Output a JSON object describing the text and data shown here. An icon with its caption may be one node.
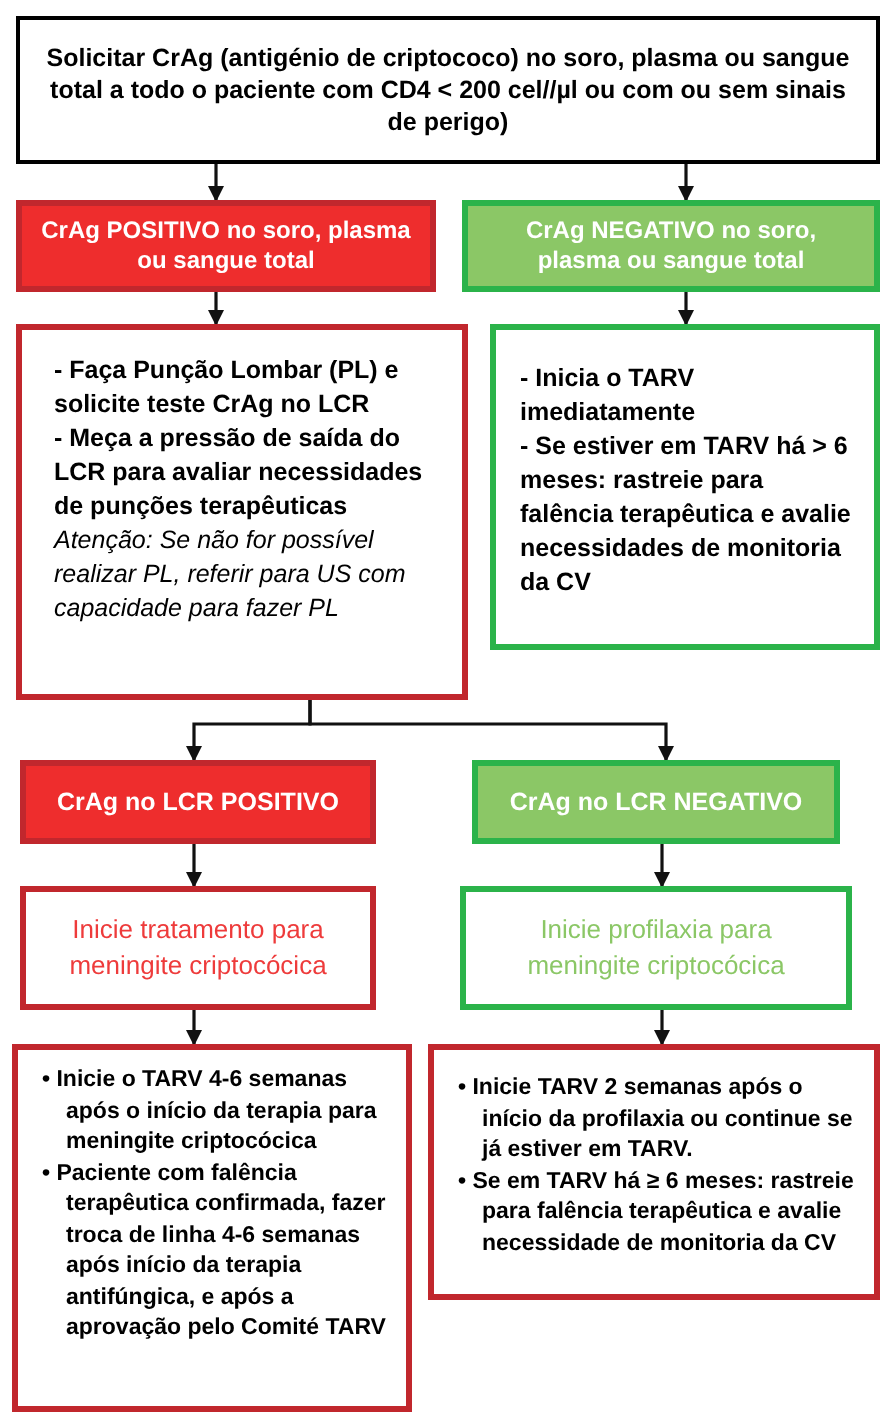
{
  "diagram": {
    "nodes": [
      {
        "text": [
          "Solicitar CrAg (antigénio de criptococo) no soro, plasma ou sangue total a todo o paciente com CD4 < 200 cel//µl ou com ou sem sinais de perigo)"
        ]
      },
      {
        "text": [
          "CrAg POSITIVO no soro, plasma ou sangue total"
        ]
      },
      {
        "text": [
          "CrAg NEGATIVO no soro, plasma ou sangue total"
        ]
      },
      {
        "text": [
          "- Faça Punção Lombar (PL) e solicite teste CrAg no LCR",
          "- Meça a pressão de saída do LCR para avaliar necessidades de punções terapêuticas",
          "Atenção: Se não for possível realizar PL, referir para US com capacidade para fazer PL"
        ]
      },
      {
        "text": [
          "- Inicia o TARV imediatamente",
          "- Se estiver em TARV há > 6 meses: rastreie para falência terapêutica e avalie necessidades de monitoria da CV"
        ]
      },
      {
        "text": [
          "CrAg no LCR POSITIVO"
        ]
      },
      {
        "text": [
          "CrAg no LCR NEGATIVO"
        ]
      },
      {
        "text": [
          "Inicie tratamento para meningite criptocócica"
        ]
      },
      {
        "text": [
          "Inicie profilaxia para meningite criptocócica"
        ]
      },
      {
        "text": [
          "• Inicie o TARV 4-6 semanas após o início da terapia para meningite criptocócica",
          "• Paciente com falência terapêutica confirmada, fazer troca de linha 4-6 semanas após início da terapia antifúngica, e após a aprovação pelo Comité TARV"
        ]
      },
      {
        "text": [
          "• Inicie TARV 2 semanas após o início da profilaxia ou continue se já estiver em TARV.",
          "• Se em TARV há ≥ 6 meses: rastreie para falência terapêutica e avalie necessidade de monitoria da CV"
        ]
      }
    ],
    "edges": [
      {
        "from": 0,
        "to": 1,
        "arrow": "to"
      },
      {
        "from": 0,
        "to": 2,
        "arrow": "to"
      },
      {
        "from": 1,
        "to": 3,
        "arrow": "to"
      },
      {
        "from": 2,
        "to": 4,
        "arrow": "to"
      },
      {
        "from": 3,
        "to": 5,
        "arrow": "to"
      },
      {
        "from": 3,
        "to": 6,
        "arrow": "to"
      },
      {
        "from": 5,
        "to": 7,
        "arrow": "to"
      },
      {
        "from": 6,
        "to": 8,
        "arrow": "to"
      },
      {
        "from": 7,
        "to": 9,
        "arrow": "to"
      },
      {
        "from": 8,
        "to": 10,
        "arrow": "to"
      }
    ]
  }
}
